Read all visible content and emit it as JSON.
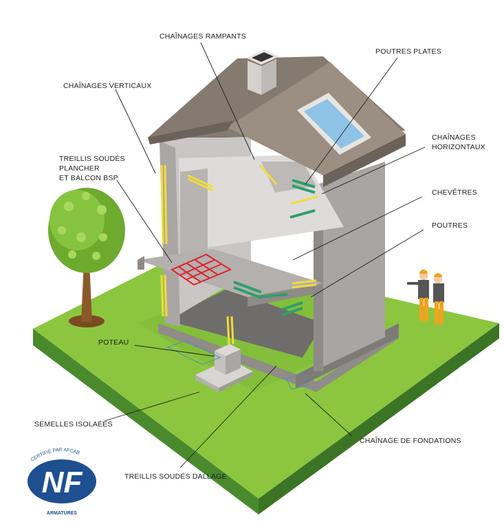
{
  "labels": {
    "chainages_rampants": "CHAÎNAGES RAMPANTS",
    "poutres_plates": "POUTRES PLATES",
    "chainages_verticaux": "CHAÎNAGES VERTICAUX",
    "chainages_horizontaux": [
      "CHAÎNAGES",
      "HORIZONTAUX"
    ],
    "treillis_plancher": [
      "TREILLIS SOUDÉS",
      "PLANCHER",
      "ET BALCON BSP"
    ],
    "chevetres": "CHEVÊTRES",
    "poutres": "POUTRES",
    "poteau": "POTEAU",
    "semelles_isolees": "SEMELLES ISOLAÉES",
    "chainage_fondations": "CHAÎNAGE DE FONDATIONS",
    "treillis_dallage": "TREILLIS SOUDÉS DALLAGE"
  },
  "logo": {
    "arc_text": "CERTIFIÉ PAR AFCAB",
    "mark": "NF",
    "caption": "ARMATURES"
  },
  "colors": {
    "grass": "#8cc63f",
    "grass_side": "#3f7d2a",
    "wall": "#b1aeab",
    "roof": "#8b7f73",
    "rebar_yellow": "#f2dc3c",
    "rebar_green": "#2f9e6a",
    "rebar_red": "#e2202c",
    "logo_blue": "#1d4f91",
    "worker_orange": "#f4a11d"
  }
}
